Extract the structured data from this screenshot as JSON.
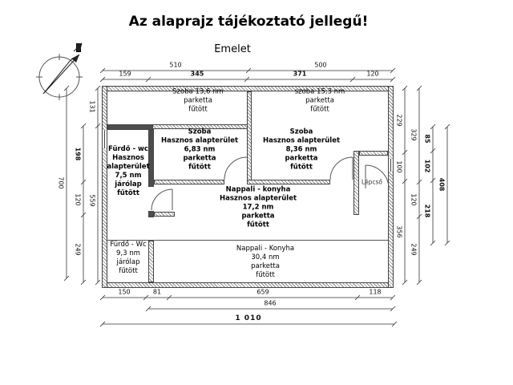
{
  "title": "Az alaprajz tájékoztató jellegű!",
  "floor_label": "Emelet",
  "rooms": {
    "szoba_felso_bal": "Szoba 13,6 nm\nparketta\nfűtött",
    "szoba_felso_jobb": "szoba 15,3 nm\nparketta\nfűtött",
    "szoba_hasznos_bal": "Szoba\nHasznos alapterület\n6,83 nm\nparketta\nfűtött",
    "szoba_hasznos_jobb": "Szoba\nHasznos alapterület\n8,36 nm\nparketta\nfűtött",
    "furdo_wc_felso": "Fürdő - wc\nHasznos\nalapterület\n7,5 nm\njárólap\nfűtött",
    "nappali_konyha_hasznos": "Nappali - konyha\nHasznos alapterület\n17,2 nm\nparketta\nfűtött",
    "furdo_wc_also": "Fürdő - Wc\n9,3 nm\njárólap\nfűtött",
    "nappali_konyha_also": "Nappali - Konyha\n30,4 nm\nparketta\nfűtött",
    "lepcso": "Lépcső"
  },
  "dimensions": {
    "top_row1": [
      "510",
      "500"
    ],
    "top_row2": [
      "159",
      "345",
      "371",
      "120"
    ],
    "left_total": "700",
    "left_outer": [
      "198",
      "120",
      "249"
    ],
    "left_inner": [
      "131",
      "559"
    ],
    "right_col1": [
      "229",
      "100",
      "356"
    ],
    "right_col2": [
      "329",
      "120",
      "249"
    ],
    "right_col3": [
      "85",
      "102",
      "218"
    ],
    "right_col4": "408",
    "bottom_row1": [
      "150",
      "81",
      "659",
      "118"
    ],
    "bottom_row2": "846",
    "bottom_total": "1 010"
  }
}
